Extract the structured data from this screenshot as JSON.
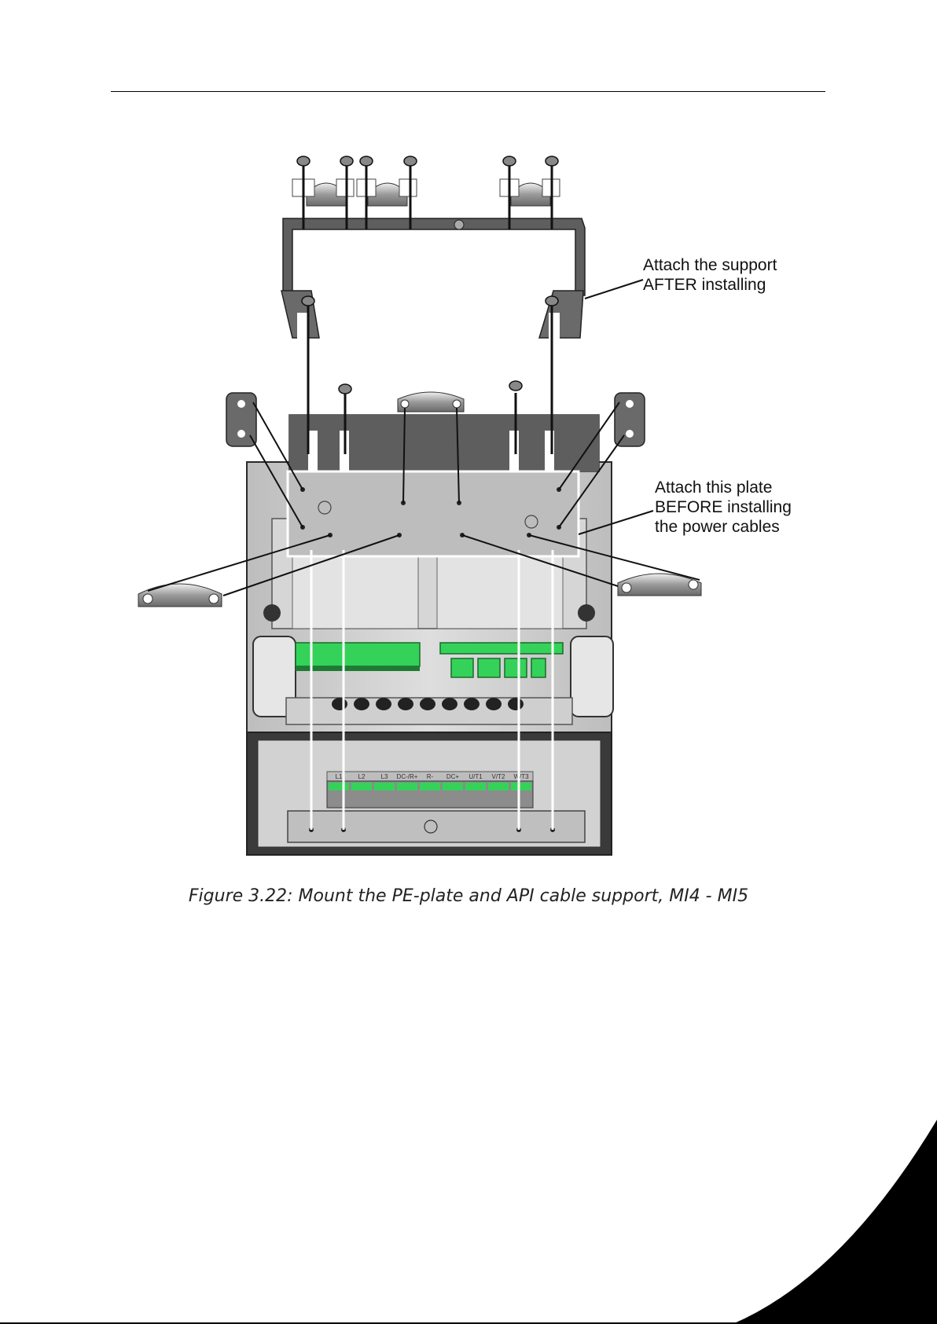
{
  "callouts": {
    "support_line1": "Attach the support",
    "support_line2": "AFTER installing",
    "plate_line1": "Attach this plate",
    "plate_line2": "BEFORE installing",
    "plate_line3": "the power cables"
  },
  "terminal_labels": [
    "L1",
    "L2",
    "L3",
    "DC-/R+",
    "R-",
    "DC+",
    "U/T1",
    "V/T2",
    "W/T3"
  ],
  "caption": "Figure 3.22: Mount the PE-plate and API cable support, MI4 - MI5",
  "colors": {
    "housing": "#cdcdcd",
    "bracket": "#5e5e5e",
    "terminal_green": "#35d25a",
    "plate": "#bfbfbf"
  }
}
